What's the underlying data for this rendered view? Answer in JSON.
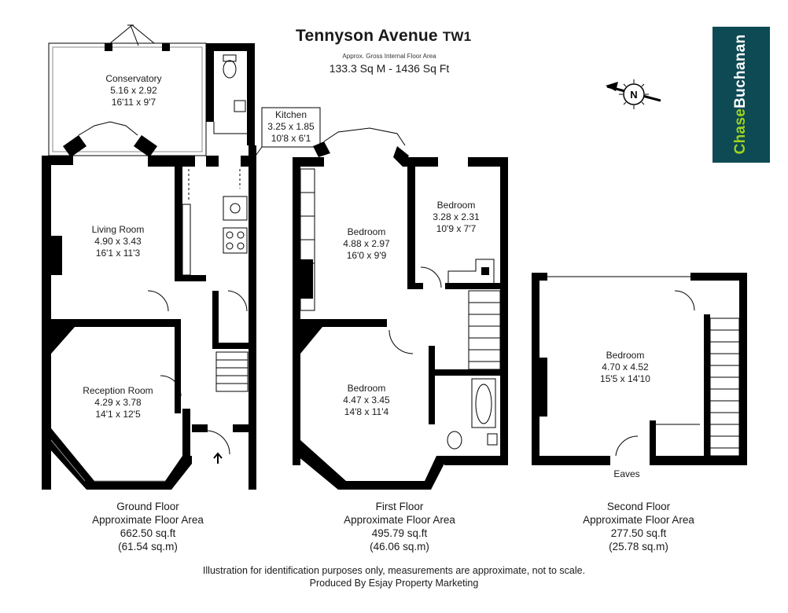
{
  "header": {
    "title": "Tennyson Avenue",
    "title_suffix": "TW1",
    "subtitle": "Approx. Gross Internal Floor Area",
    "total_area": "133.3 Sq M - 1436 Sq Ft"
  },
  "logo": {
    "part1": "Chase",
    "part2": "Buchanan",
    "bg_color": "#0d4a54",
    "accent_color": "#9ed31f"
  },
  "compass": {
    "letter": "N"
  },
  "rooms": {
    "conservatory": {
      "name": "Conservatory",
      "metric": "5.16 x 2.92",
      "imperial": "16'11 x 9'7"
    },
    "kitchen": {
      "name": "Kitchen",
      "metric": "3.25 x 1.85",
      "imperial": "10'8 x 6'1"
    },
    "living": {
      "name": "Living Room",
      "metric": "4.90 x 3.43",
      "imperial": "16'1 x 11'3"
    },
    "reception": {
      "name": "Reception Room",
      "metric": "4.29 x 3.78",
      "imperial": "14'1 x 12'5"
    },
    "bed1": {
      "name": "Bedroom",
      "metric": "4.88 x 2.97",
      "imperial": "16'0 x 9'9"
    },
    "bed2": {
      "name": "Bedroom",
      "metric": "3.28 x 2.31",
      "imperial": "10'9 x 7'7"
    },
    "bed3": {
      "name": "Bedroom",
      "metric": "4.47 x 3.45",
      "imperial": "14'8 x 11'4"
    },
    "bed4": {
      "name": "Bedroom",
      "metric": "4.70 x 4.52",
      "imperial": "15'5 x 14'10"
    },
    "eaves": {
      "name": "Eaves"
    }
  },
  "floors": [
    {
      "name": "Ground Floor",
      "caption": "Approximate Floor Area",
      "sqft": "662.50 sq.ft",
      "sqm": "(61.54 sq.m)"
    },
    {
      "name": "First Floor",
      "caption": "Approximate Floor Area",
      "sqft": "495.79 sq.ft",
      "sqm": "(46.06 sq.m)"
    },
    {
      "name": "Second Floor",
      "caption": "Approximate Floor Area",
      "sqft": "277.50 sq.ft",
      "sqm": "(25.78 sq.m)"
    }
  ],
  "footer": {
    "line1": "Illustration for identification purposes only, measurements are approximate, not to scale.",
    "line2": "Produced By Esjay Property Marketing"
  }
}
